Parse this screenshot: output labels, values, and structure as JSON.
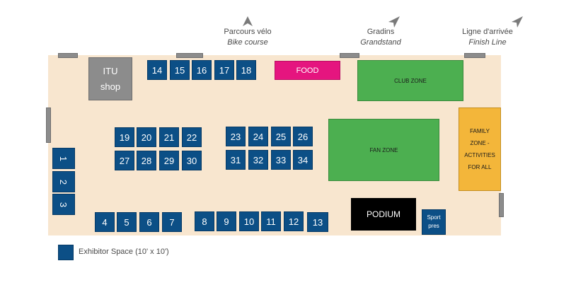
{
  "top_labels": {
    "bike": {
      "fr": "Parcours vélo",
      "en": "Bike course"
    },
    "grandstand": {
      "fr": "Gradins",
      "en": "Grandstand"
    },
    "finish": {
      "fr": "Ligne d'arrivée",
      "en": "Finish Line"
    }
  },
  "itu_shop": {
    "line1": "ITU",
    "line2": "shop"
  },
  "food": "FOOD",
  "club_zone": "CLUB ZONE",
  "fan_zone": "FAN ZONE",
  "family_zone": {
    "l1": "FAMILY",
    "l2": "ZONE -",
    "l3": "ACTIVITIES",
    "l4": "FOR ALL"
  },
  "podium": "PODIUM",
  "sport_pres": {
    "l1": "Sport",
    "l2": "pres"
  },
  "booths": {
    "b1": "1",
    "b2": "2",
    "b3": "3",
    "b4": "4",
    "b5": "5",
    "b6": "6",
    "b7": "7",
    "b8": "8",
    "b9": "9",
    "b10": "10",
    "b11": "11",
    "b12": "12",
    "b13": "13",
    "b14": "14",
    "b15": "15",
    "b16": "16",
    "b17": "17",
    "b18": "18",
    "b19": "19",
    "b20": "20",
    "b21": "21",
    "b22": "22",
    "b23": "23",
    "b24": "24",
    "b25": "25",
    "b26": "26",
    "b27": "27",
    "b28": "28",
    "b29": "29",
    "b30": "30",
    "b31": "31",
    "b32": "32",
    "b33": "33",
    "b34": "34"
  },
  "legend": {
    "label": "Exhibitor Space (10' x 10')"
  },
  "colors": {
    "booth": "#0c4f86",
    "floor": "#f8e6cf",
    "food": "#e5157f",
    "zone_green": "#4caf50",
    "family": "#f3b63a",
    "podium": "#000000",
    "shop": "#8c8c8c"
  }
}
